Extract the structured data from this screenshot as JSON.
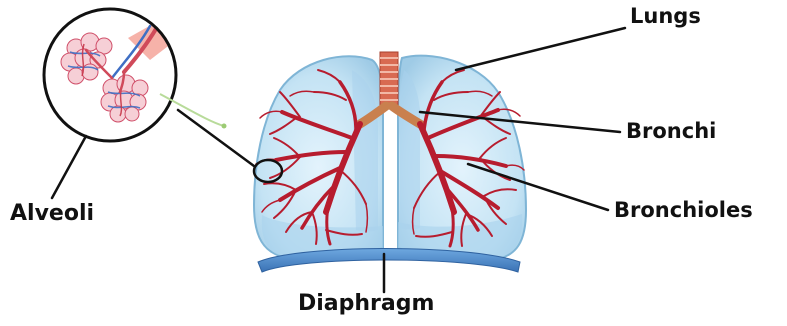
{
  "labels": {
    "lungs": "Lungs",
    "bronchi": "Bronchi",
    "bronchioles": "Bronchioles",
    "alveoli": "Alveoli",
    "diaphragm": "Diaphragm"
  },
  "colors": {
    "lung_fill": "#c4e3f4",
    "lung_edge": "#7fb5d6",
    "airway": "#b71c2e",
    "trachea": "#c85a44",
    "diaphragm": "#4a86c9",
    "leader": "#111111"
  }
}
